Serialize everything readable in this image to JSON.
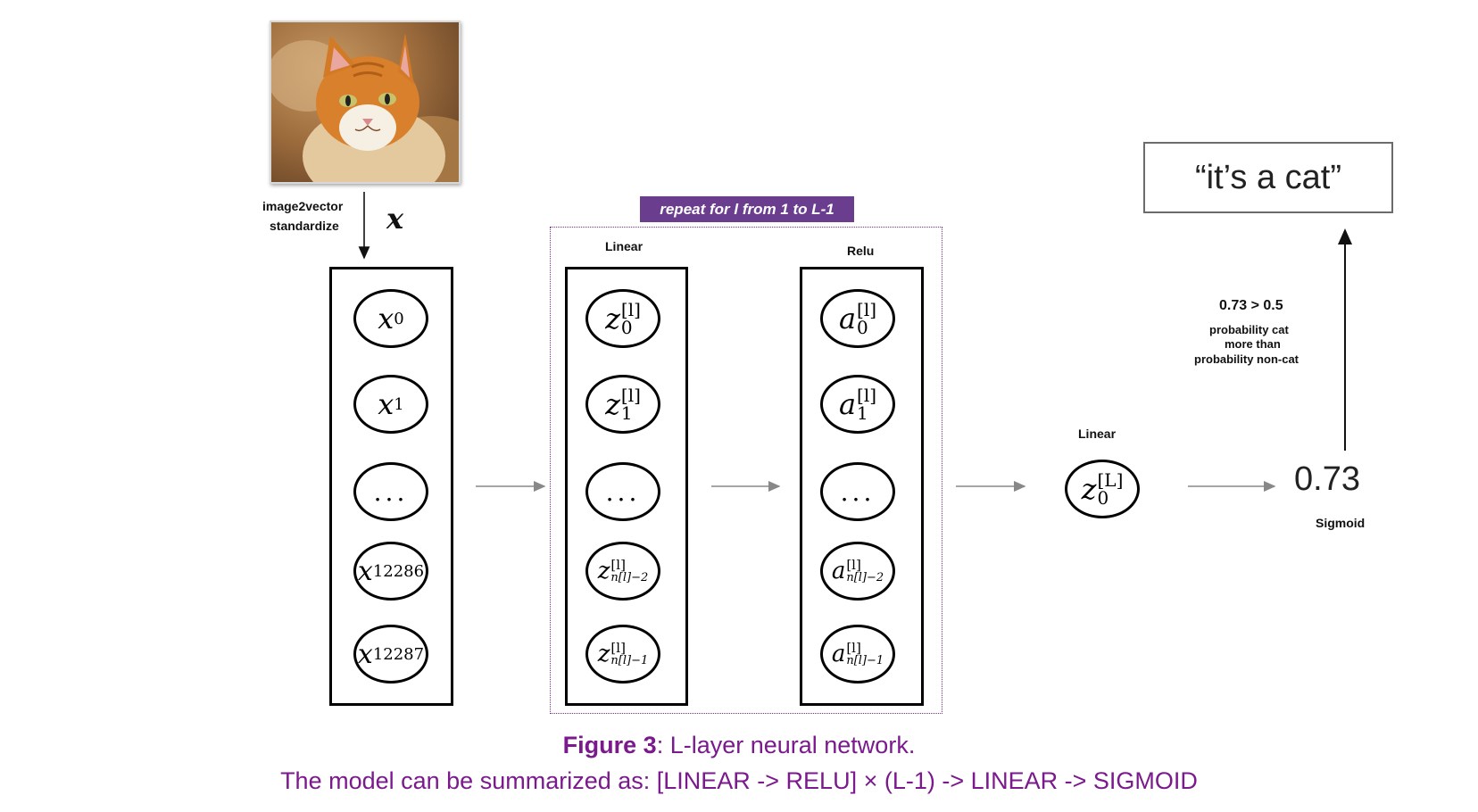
{
  "input": {
    "preprocess_label_1": "image2vector",
    "preprocess_label_2": "standardize",
    "vector_label": "x",
    "nodes": [
      {
        "base": "x",
        "sub": "0"
      },
      {
        "base": "x",
        "sub": "1"
      },
      {
        "base": "...",
        "sub": ""
      },
      {
        "base": "x",
        "sub": "12286"
      },
      {
        "base": "x",
        "sub": "12287"
      }
    ]
  },
  "repeat_banner": "repeat for l from 1 to L-1",
  "linear_layer": {
    "title": "Linear",
    "nodes": [
      {
        "base": "z",
        "sup": "[l]",
        "sub": "0"
      },
      {
        "base": "z",
        "sup": "[l]",
        "sub": "1"
      },
      {
        "base": "...",
        "sup": "",
        "sub": ""
      },
      {
        "base": "z",
        "sup": "[l]",
        "sub": "n[l]−2"
      },
      {
        "base": "z",
        "sup": "[l]",
        "sub": "n[l]−1"
      }
    ]
  },
  "relu_layer": {
    "title": "Relu",
    "nodes": [
      {
        "base": "a",
        "sup": "[l]",
        "sub": "0"
      },
      {
        "base": "a",
        "sup": "[l]",
        "sub": "1"
      },
      {
        "base": "...",
        "sup": "",
        "sub": ""
      },
      {
        "base": "a",
        "sup": "[l]",
        "sub": "n[l]−2"
      },
      {
        "base": "a",
        "sup": "[l]",
        "sub": "n[l]−1"
      }
    ]
  },
  "final_linear": {
    "title": "Linear",
    "node": {
      "base": "z",
      "sup": "[L]",
      "sub": "0"
    }
  },
  "sigmoid": {
    "value": "0.73",
    "label": "Sigmoid"
  },
  "decision": {
    "comparison": "0.73 > 0.5",
    "line1": "probability cat",
    "line2": "more than",
    "line3": "probability non-cat"
  },
  "output_text": "“it’s a cat”",
  "caption": {
    "figure_label": "Figure 3",
    "figure_text": ": L-layer neural network.",
    "summary": "The model can be summarized as: [LINEAR -> RELU] × (L-1) -> LINEAR -> SIGMOID"
  },
  "colors": {
    "caption": "#7a1a8c",
    "banner": "#6b3d8f",
    "arrow": "#888888"
  }
}
